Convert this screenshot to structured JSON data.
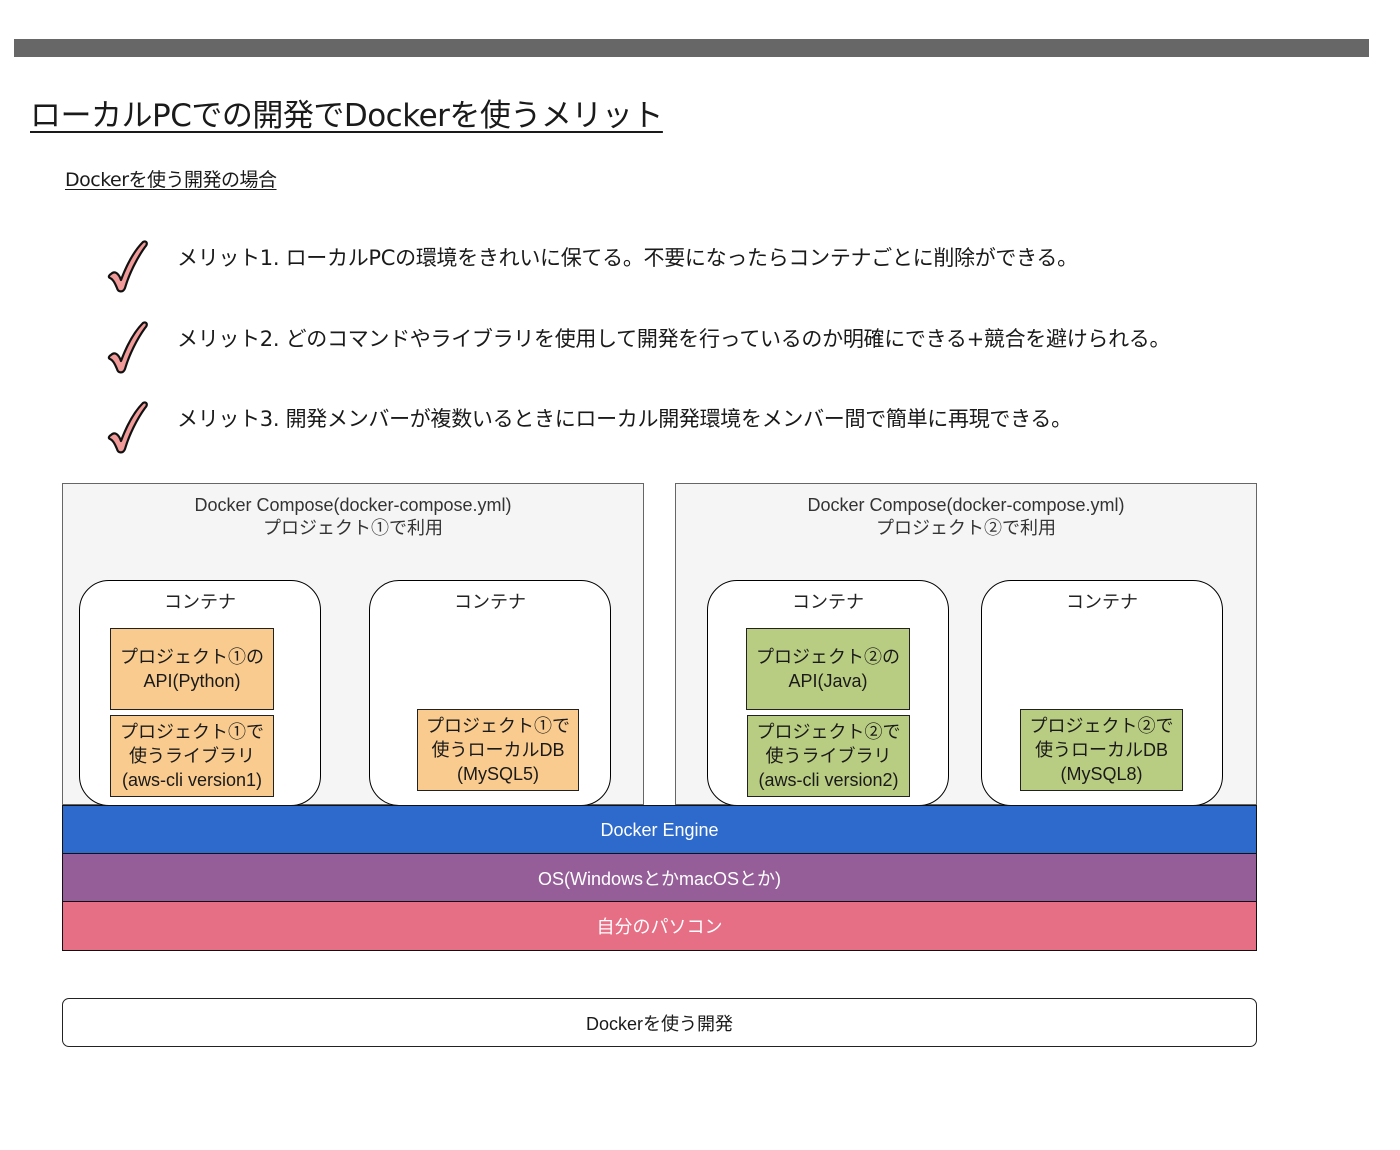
{
  "title": "ローカルPCでの開発でDockerを使うメリット",
  "subtitle": "Dockerを使う開発の場合",
  "merits": [
    {
      "icon": "checkmark-icon",
      "text": "メリット1. ローカルPCの環境をきれいに保てる。不要になったらコンテナごとに削除ができる。"
    },
    {
      "icon": "checkmark-icon",
      "text": "メリット2. どのコマンドやライブラリを使用して開発を行っているのか明確にできる+競合を避けられる。"
    },
    {
      "icon": "checkmark-icon",
      "text": "メリット3. 開発メンバーが複数いるときにローカル開発環境をメンバー間で簡単に再現できる。"
    }
  ],
  "colors": {
    "checkmark": "#f09a99",
    "project1_box": "#f9cb8f",
    "project2_box": "#b9cd82",
    "docker_engine": "#2d6acc",
    "os": "#955e98",
    "pc": "#e66f85",
    "compose_bg": "#f5f5f5",
    "topbar": "#676767"
  },
  "compose_groups": [
    {
      "label_line1": "Docker Compose(docker-compose.yml)",
      "label_line2": "プロジェクト①で利用",
      "containers": [
        {
          "title": "コンテナ",
          "boxes": [
            "プロジェクト①の\nAPI(Python)",
            "プロジェクト①で\n使うライブラリ\n(aws-cli version1)"
          ]
        },
        {
          "title": "コンテナ",
          "boxes": [
            "プロジェクト①で\n使うローカルDB\n(MySQL5)"
          ]
        }
      ]
    },
    {
      "label_line1": "Docker Compose(docker-compose.yml)",
      "label_line2": "プロジェクト②で利用",
      "containers": [
        {
          "title": "コンテナ",
          "boxes": [
            "プロジェクト②の\nAPI(Java)",
            "プロジェクト②で\n使うライブラリ\n(aws-cli version2)"
          ]
        },
        {
          "title": "コンテナ",
          "boxes": [
            "プロジェクト②で\n使うローカルDB\n(MySQL8)"
          ]
        }
      ]
    }
  ],
  "layers": {
    "docker_engine": "Docker Engine",
    "os": "OS(WindowsとかmacOSとか)",
    "pc": "自分のパソコン"
  },
  "footer_label": "Dockerを使う開発"
}
